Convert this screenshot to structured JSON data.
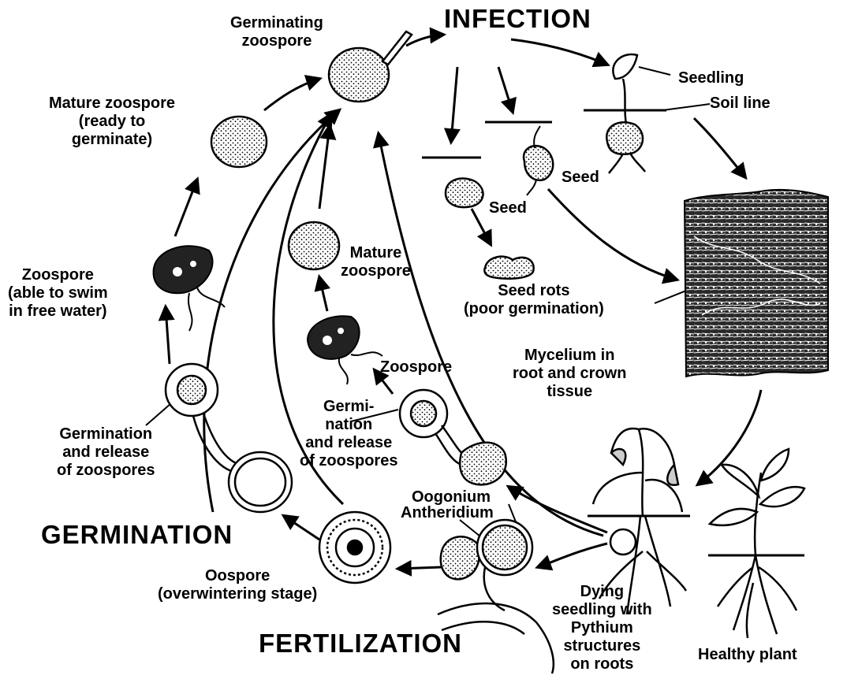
{
  "stages": {
    "infection": "INFECTION",
    "germination": "GERMINATION",
    "fertilization": "FERTILIZATION"
  },
  "labels": {
    "germinating_zoospore": "Germinating\nzoospore",
    "mature_zoospore_ready": "Mature zoospore\n(ready to\ngerminate)",
    "zoospore_swim": "Zoospore\n(able to swim\nin free water)",
    "germination_release_left": "Germination\nand release\nof zoospores",
    "mature_zoospore_inner": "Mature\nzoospore",
    "zoospore_inner": "Zoospore",
    "germination_release_inner": "Germi-\nnation\nand release\nof zoospores",
    "oogonium": "Oogonium",
    "antheridium": "Antheridium",
    "oospore": "Oospore\n(overwintering stage)",
    "dying_seedling": "Dying\nseedling with\nPythium\nstructures\non roots",
    "healthy_plant": "Healthy plant",
    "mycelium": "Mycelium in\nroot and crown\ntissue",
    "seed_rots": "Seed rots\n(poor germination)",
    "seed_1": "Seed",
    "seed_2": "Seed",
    "seedling": "Seedling",
    "soil_line": "Soil line"
  },
  "colors": {
    "ink": "#000000",
    "paper": "#ffffff"
  }
}
